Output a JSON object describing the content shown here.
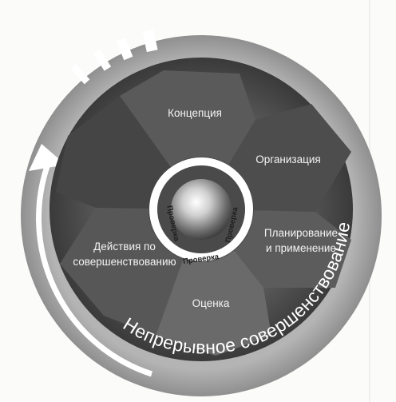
{
  "diagram": {
    "ring_label": "Непрерывное совершенствование",
    "segments": [
      {
        "id": "concept",
        "label": "Концепция"
      },
      {
        "id": "organization",
        "label": "Организация"
      },
      {
        "id": "planning_line1",
        "label": "Планирование"
      },
      {
        "id": "planning_line2",
        "label": "и применение"
      },
      {
        "id": "evaluation",
        "label": "Оценка"
      },
      {
        "id": "improvement_line1",
        "label": "Действия по"
      },
      {
        "id": "improvement_line2",
        "label": "совершенствованию"
      }
    ],
    "hub_checks": [
      "Проверка",
      "Проверка",
      "Проверка"
    ]
  },
  "colors": {
    "outer_ring": "#a9a9a9",
    "disc_dark": "#3c3c3c",
    "disc_mid": "#6e6e6e",
    "label": "#f4f4f4"
  }
}
